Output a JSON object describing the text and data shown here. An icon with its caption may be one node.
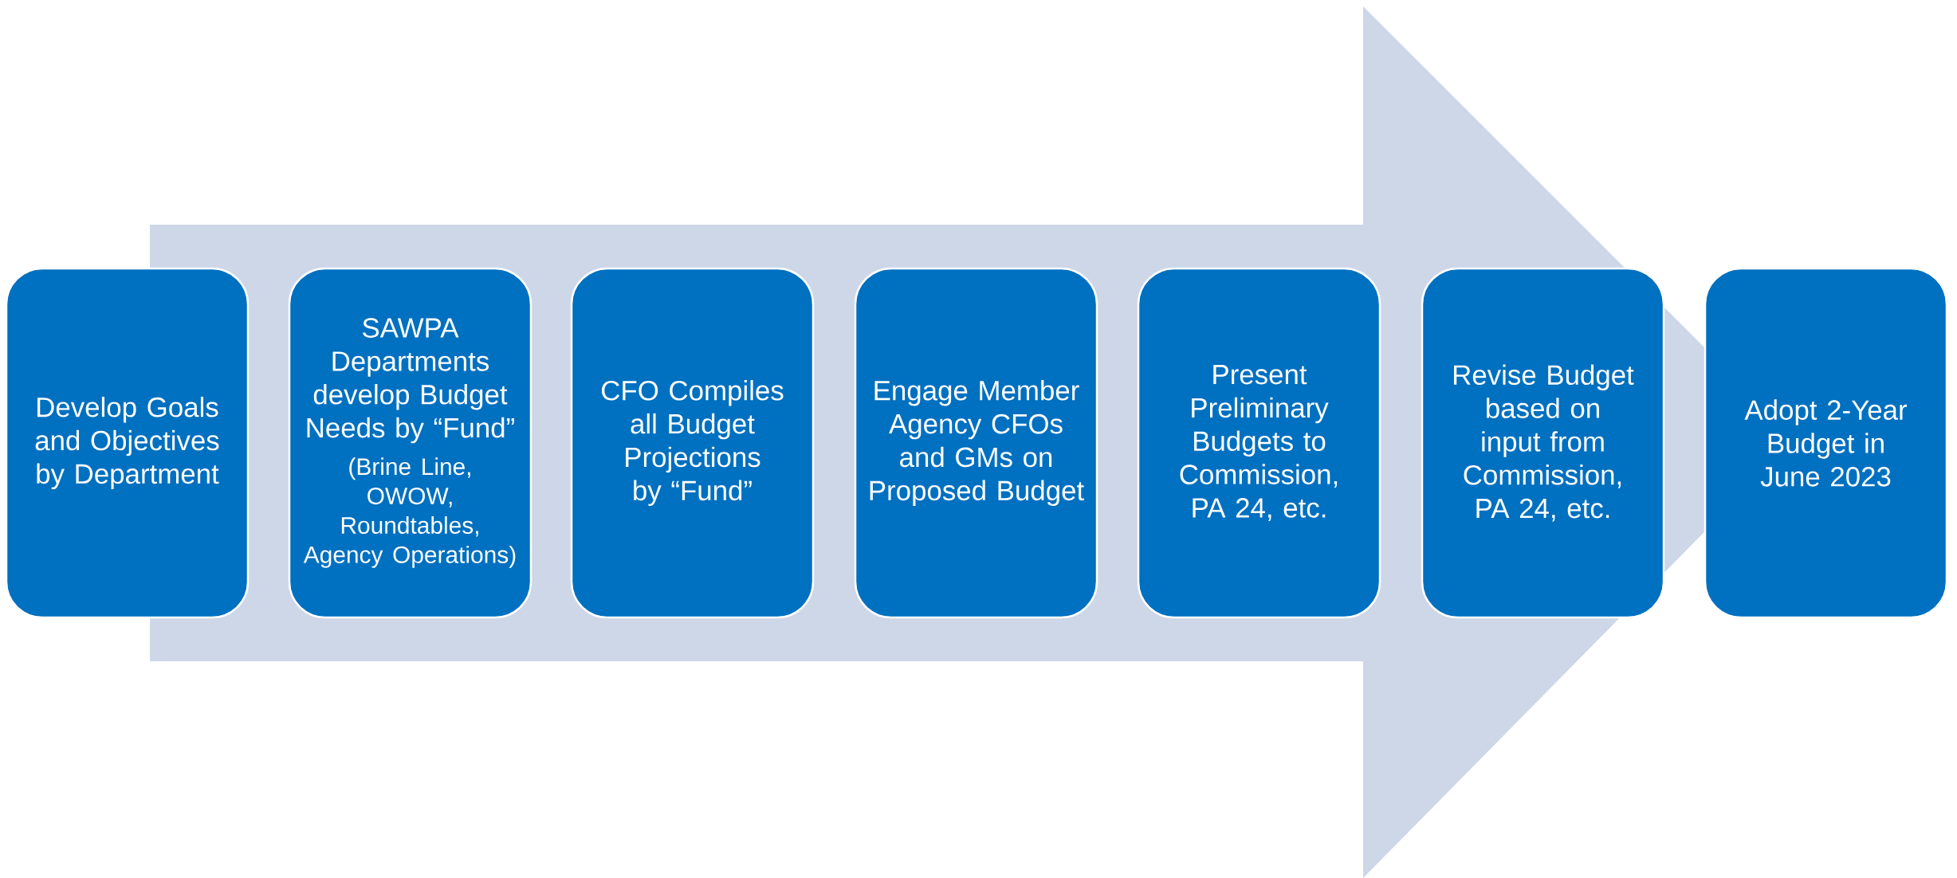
{
  "diagram": {
    "nodes": [
      {
        "text": [
          "Develop Goals and Objectives by Department"
        ]
      },
      {
        "text": [
          "SAWPA Departments develop Budget Needs by “Fund”",
          "(Brine Line, OWOW, Roundtables, Agency Operations)"
        ]
      },
      {
        "text": [
          "CFO Compiles all Budget Projections by “Fund”"
        ]
      },
      {
        "text": [
          "Engage Member Agency CFOs and GMs on Proposed Budget"
        ]
      },
      {
        "text": [
          "Present Preliminary Budgets to Commission, PA 24, etc."
        ]
      },
      {
        "text": [
          "Revise Budget based on input from Commission, PA 24, etc."
        ]
      },
      {
        "text": [
          "Adopt 2-Year Budget in June 2023"
        ]
      }
    ],
    "edges": [
      {
        "from": 0,
        "to": 6,
        "arrow": "to"
      }
    ]
  }
}
